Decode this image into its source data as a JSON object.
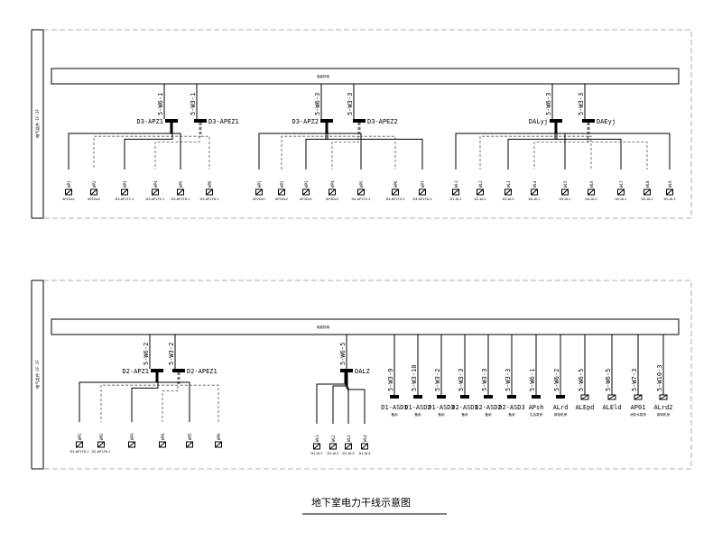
{
  "title": "地下室电力干线示意图",
  "top_diagram": {
    "side_label": "电气竖井-1F-2F",
    "busbar_label": "电缆桥架",
    "groups": [
      {
        "feeders": [
          "5-W6-1",
          "5-W3-1"
        ],
        "panels": [
          "D3-APZ1",
          "D3-APEZ1"
        ],
        "outlets": [
          {
            "name": "WP1",
            "label": "AP1Dx1"
          },
          {
            "name": "WP2",
            "label": "AP1Dx2"
          },
          {
            "name": "WP3",
            "label": "D3-AP1F1-1"
          },
          {
            "name": "WP4",
            "label": "D3-AP1F5-1"
          },
          {
            "name": "WP5",
            "label": "D3-AP1F6-1"
          },
          {
            "name": "WP6",
            "label": "D3-AP1F8-1"
          }
        ]
      },
      {
        "feeders": [
          "5-W6-3",
          "5-W3-3"
        ],
        "panels": [
          "D3-APZ2",
          "D3-APEZ2"
        ],
        "outlets": [
          {
            "name": "WP1",
            "label": "AP2Dx1"
          },
          {
            "name": "WP2",
            "label": "AP2Dx2"
          },
          {
            "name": "WP3",
            "label": "AP3Dx1"
          },
          {
            "name": "WP4",
            "label": "AP3Dx2"
          },
          {
            "name": "WP5",
            "label": "D4-AP1F2-2"
          },
          {
            "name": "WP6",
            "label": "D4-AP1F3-3"
          },
          {
            "name": "WP7",
            "label": "D4-AP1F8-3"
          }
        ]
      },
      {
        "feeders": [
          "5-W6-3",
          "5-W3-3"
        ],
        "panels": [
          "DALyj",
          "DAEyj"
        ],
        "outlets": [
          {
            "name": "WL1",
            "label": "D1-AL1"
          },
          {
            "name": "WL2",
            "label": "D2-AL2"
          },
          {
            "name": "WL3",
            "label": "D2-AL3"
          },
          {
            "name": "WL4",
            "label": "D4-AL1"
          },
          {
            "name": "WL5",
            "label": "D4-AL2"
          },
          {
            "name": "WL6",
            "label": "D4-AL3"
          },
          {
            "name": "WL7",
            "label": "D5-AL1"
          },
          {
            "name": "WL8",
            "label": "D5-AL2"
          },
          {
            "name": "WL9",
            "label": "D5-AL3"
          }
        ]
      }
    ]
  },
  "bottom_diagram": {
    "side_label": "电气竖井-1F-2F",
    "busbar_label": "电缆桥架",
    "group1": {
      "feeders": [
        "5-W6-2",
        "5-W3-2"
      ],
      "panels": [
        "D2-APZ1",
        "D2-APEZ1"
      ],
      "outlets": [
        {
          "name": "WP1",
          "label": "D2-AP1F6-1"
        },
        {
          "name": "WP2",
          "label": "D2-AP1F8-1"
        },
        {
          "name": "WP3",
          "label": ""
        },
        {
          "name": "WP4",
          "label": ""
        },
        {
          "name": "WP5",
          "label": ""
        },
        {
          "name": "WP6",
          "label": ""
        }
      ]
    },
    "group2": {
      "feeder": "5-W6-5",
      "panel": "DALZ",
      "outlets": [
        {
          "name": "WL1",
          "label": "D1-AL1"
        },
        {
          "name": "WL2",
          "label": "D1-AL2"
        },
        {
          "name": "WL3",
          "label": "D1-AL3"
        },
        {
          "name": "WL4",
          "label": "D1-AL4"
        }
      ]
    },
    "singles": [
      {
        "feeder": "5-W3-9",
        "panel": "D1-ASD1",
        "sub": "备用"
      },
      {
        "feeder": "5-W3-10",
        "panel": "D1-ASD2",
        "sub": "备用"
      },
      {
        "feeder": "5-W3-2",
        "panel": "D1-ASD3",
        "sub": "备用"
      },
      {
        "feeder": "5-W3-3",
        "panel": "D2-ASD1",
        "sub": "备用"
      },
      {
        "feeder": "5-W3-3",
        "panel": "D2-ASD2",
        "sub": "备用"
      },
      {
        "feeder": "5-W3-3",
        "panel": "D2-ASD3",
        "sub": "备用"
      },
      {
        "feeder": "5-W6-1",
        "panel": "APsh",
        "sub": "生活泵房"
      },
      {
        "feeder": "5-W6-2",
        "panel": "ALrd",
        "sub": "弱电机房"
      },
      {
        "feeder": "5-W6-5",
        "panel": "ALEpd",
        "sub": ""
      },
      {
        "feeder": "5-W6-5",
        "panel": "ALEld",
        "sub": ""
      },
      {
        "feeder": "5-W7-3",
        "panel": "AP01",
        "sub": "消防水泵房"
      },
      {
        "feeder": "5-W10-3",
        "panel": "ALrd2",
        "sub": "弱电机房"
      }
    ]
  }
}
